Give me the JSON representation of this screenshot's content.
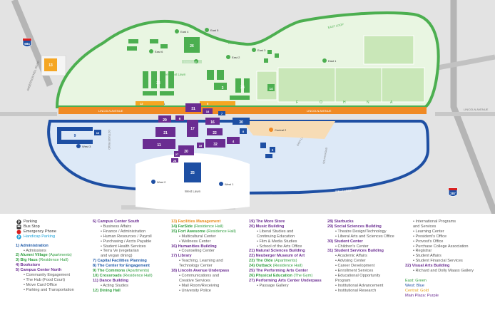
{
  "map": {
    "roads": {
      "lincoln_west": "LINCOLN AVENUE",
      "lincoln_east": "LINCOLN AVENUE",
      "lincoln_offcampus": "LINCOLN AVENUE",
      "west_loop": "WEST LOOP",
      "west_loop_bottom": "WEST LOOP",
      "east_loop": "EAST LOOP",
      "east_loop_top": "EAST LOOP",
      "anderson_hill": "ANDERSON HILL ROAD",
      "cottage_road": "COTTAGE ROAD",
      "south_road": "SOUTH ROAD",
      "east_loop_road": "EAST LOOP"
    },
    "highways": {
      "i684": "684",
      "i287": "287"
    },
    "areas": {
      "great_lawn": "The Great Lawn",
      "west_lawn": "West Lawn",
      "fohna": [
        "F",
        "O",
        "H",
        "N",
        "A"
      ]
    },
    "lots": {
      "east1": "East 1",
      "east2": "East 2",
      "east3": "East 3",
      "east4": "East 4",
      "east5": "East 5",
      "east6": "East 6",
      "central1": "Central 1",
      "central2": "Central 2",
      "west1": "West 1",
      "west2": "West 2",
      "west3": "West 3",
      "east_loop": "East Loop"
    },
    "buildings": [
      "1",
      "2",
      "3",
      "4",
      "5",
      "6",
      "7",
      "8",
      "9",
      "10",
      "11",
      "12",
      "13",
      "14",
      "15",
      "16",
      "17",
      "18",
      "19",
      "20",
      "21",
      "22",
      "23",
      "24",
      "25",
      "26",
      "27",
      "28",
      "29",
      "30",
      "31",
      "32"
    ],
    "colors": {
      "east": "#4caf50",
      "west": "#1e4fa3",
      "central": "#f08a24",
      "main": "#6a2c91",
      "water": "#9fc8ea"
    }
  },
  "legend": {
    "keys": [
      {
        "icon": "parking-icon",
        "label": "Parking"
      },
      {
        "icon": "bus-stop-icon",
        "label": "Bus Stop"
      },
      {
        "icon": "emergency-phone-icon",
        "label": "Emergency Phone"
      },
      {
        "icon": "handicap-parking-icon",
        "label": "Handicap Parking"
      }
    ],
    "col1": [
      {
        "num": "1)",
        "name": "Administration",
        "color": "blue"
      },
      {
        "sub": "• Admissions"
      },
      {
        "num": "2)",
        "name": "Alumni Village",
        "note": "(Apartments)",
        "color": "green"
      },
      {
        "num": "3)",
        "name": "Big Haus",
        "note": "(Residence Hall)",
        "color": "green"
      },
      {
        "num": "4)",
        "name": "Bookstore",
        "color": "purple"
      },
      {
        "num": "5)",
        "name": "Campus Center North",
        "color": "purple"
      },
      {
        "sub": "• Community Engagement"
      },
      {
        "sub": "• The Hub (Food Court)"
      },
      {
        "sub": "• Move Card Office"
      },
      {
        "sub": "• Parking and Transportation"
      }
    ],
    "col2": [
      {
        "num": "6)",
        "name": "Campus Center South",
        "color": "purple"
      },
      {
        "sub": "• Business Affairs"
      },
      {
        "sub": "• Finance / Administration"
      },
      {
        "sub": "• Human Resources / Payroll"
      },
      {
        "sub": "• Purchasing / Accts Payable"
      },
      {
        "sub": "• Student Health Services"
      },
      {
        "sub": "• Terra Ve (vegetarian"
      },
      {
        "sub": "and vegan dining)"
      },
      {
        "num": "7)",
        "name": "Capital Facilities Planning",
        "color": "blue"
      },
      {
        "num": "8)",
        "name": "The Center for Engagement",
        "color": "blue"
      },
      {
        "num": "9)",
        "name": "The Commons",
        "note": "(Apartments)",
        "color": "green"
      },
      {
        "num": "10)",
        "name": "Crossroads",
        "note": "(Residence Hall)",
        "color": "green"
      },
      {
        "num": "11)",
        "name": "Dance Building",
        "color": "purple"
      },
      {
        "sub": "• Acting Studios"
      },
      {
        "num": "12)",
        "name": "Dining Hall",
        "color": "green"
      }
    ],
    "col3": [
      {
        "num": "13)",
        "name": "Facilities Management",
        "color": "orange"
      },
      {
        "num": "14)",
        "name": "FarSide",
        "note": "(Residence Hall)",
        "color": "green"
      },
      {
        "num": "15)",
        "name": "Fort Awesome",
        "note": "(Residence Hall)",
        "color": "green"
      },
      {
        "sub": "• Multicultural Center"
      },
      {
        "sub": "• Wellness Center"
      },
      {
        "num": "16)",
        "name": "Humanities Building",
        "color": "purple"
      },
      {
        "sub": "• Counseling Center"
      },
      {
        "num": "17)",
        "name": "Library",
        "color": "purple"
      },
      {
        "sub": "• Teaching, Learning and"
      },
      {
        "sub": "Technology Center"
      },
      {
        "num": "18)",
        "name": "Lincoln Avenue Underpass",
        "color": "purple"
      },
      {
        "sub": "• Communications and"
      },
      {
        "sub": "Creative Services"
      },
      {
        "sub": "• Mail Room/Receiving"
      },
      {
        "sub": "• University Police"
      }
    ],
    "col4": [
      {
        "num": "19)",
        "name": "The More Store",
        "color": "purple"
      },
      {
        "num": "20)",
        "name": "Music Building",
        "color": "purple"
      },
      {
        "sub": "• Liberal Studies and"
      },
      {
        "sub": "Continuing Education"
      },
      {
        "sub": "• Film & Media Studies"
      },
      {
        "sub": "• School of the Arts Office"
      },
      {
        "num": "21)",
        "name": "Natural Sciences Building",
        "color": "purple"
      },
      {
        "num": "22)",
        "name": "Neuberger Museum of Art",
        "color": "purple"
      },
      {
        "num": "23)",
        "name": "The Olde",
        "note": "(Apartments)",
        "color": "green"
      },
      {
        "num": "24)",
        "name": "Outback",
        "note": "(Residence Hall)",
        "color": "green"
      },
      {
        "num": "25)",
        "name": "The Performing Arts Center",
        "color": "purple"
      },
      {
        "num": "26)",
        "name": "Physical Education",
        "note": "(The Gym)",
        "color": "green"
      },
      {
        "num": "27)",
        "name": "Performing Arts Center Underpass",
        "color": "purple"
      },
      {
        "sub": "• Passage Gallery"
      }
    ],
    "col5": [
      {
        "num": "28)",
        "name": "Starbucks",
        "color": "purple"
      },
      {
        "num": "29)",
        "name": "Social Sciences Building",
        "color": "purple"
      },
      {
        "sub": "• Theatre Design/Technology"
      },
      {
        "sub": "• Liberal Arts and Sciences Office"
      },
      {
        "num": "30)",
        "name": "Student Center",
        "color": "purple"
      },
      {
        "sub": "• Children's Center"
      },
      {
        "num": "31)",
        "name": "Student Services Building",
        "color": "purple"
      },
      {
        "sub": "• Academic Affairs"
      },
      {
        "sub": "• Advising Center"
      },
      {
        "sub": "• Career Development"
      },
      {
        "sub": "• Enrollment Services"
      },
      {
        "sub": "• Educational Opportunity"
      },
      {
        "sub": "Program"
      },
      {
        "sub": "• Institutional Advancement"
      },
      {
        "sub": "• Institutional Research"
      }
    ],
    "col6": [
      {
        "sub": "• International Programs"
      },
      {
        "sub": "and Services"
      },
      {
        "sub": "• Learning Center"
      },
      {
        "sub": "• President's Office"
      },
      {
        "sub": "• Provost's Office"
      },
      {
        "sub": "• Purchase College Association"
      },
      {
        "sub": "• Registrar"
      },
      {
        "sub": "• Student Affairs"
      },
      {
        "sub": "• Student Financial Services"
      },
      {
        "num": "32)",
        "name": "Visual Arts Building",
        "color": "purple"
      },
      {
        "sub": "• Richard and Dolly Maass Gallery"
      }
    ],
    "zones": [
      {
        "label": "East: Green",
        "color": "#2f9e3f"
      },
      {
        "label": "West: Blue",
        "color": "#1e4fa3"
      },
      {
        "label": "Central: Gold",
        "color": "#e8a21a"
      },
      {
        "label": "Main Plaza: Purple",
        "color": "#6a2c91"
      }
    ]
  }
}
